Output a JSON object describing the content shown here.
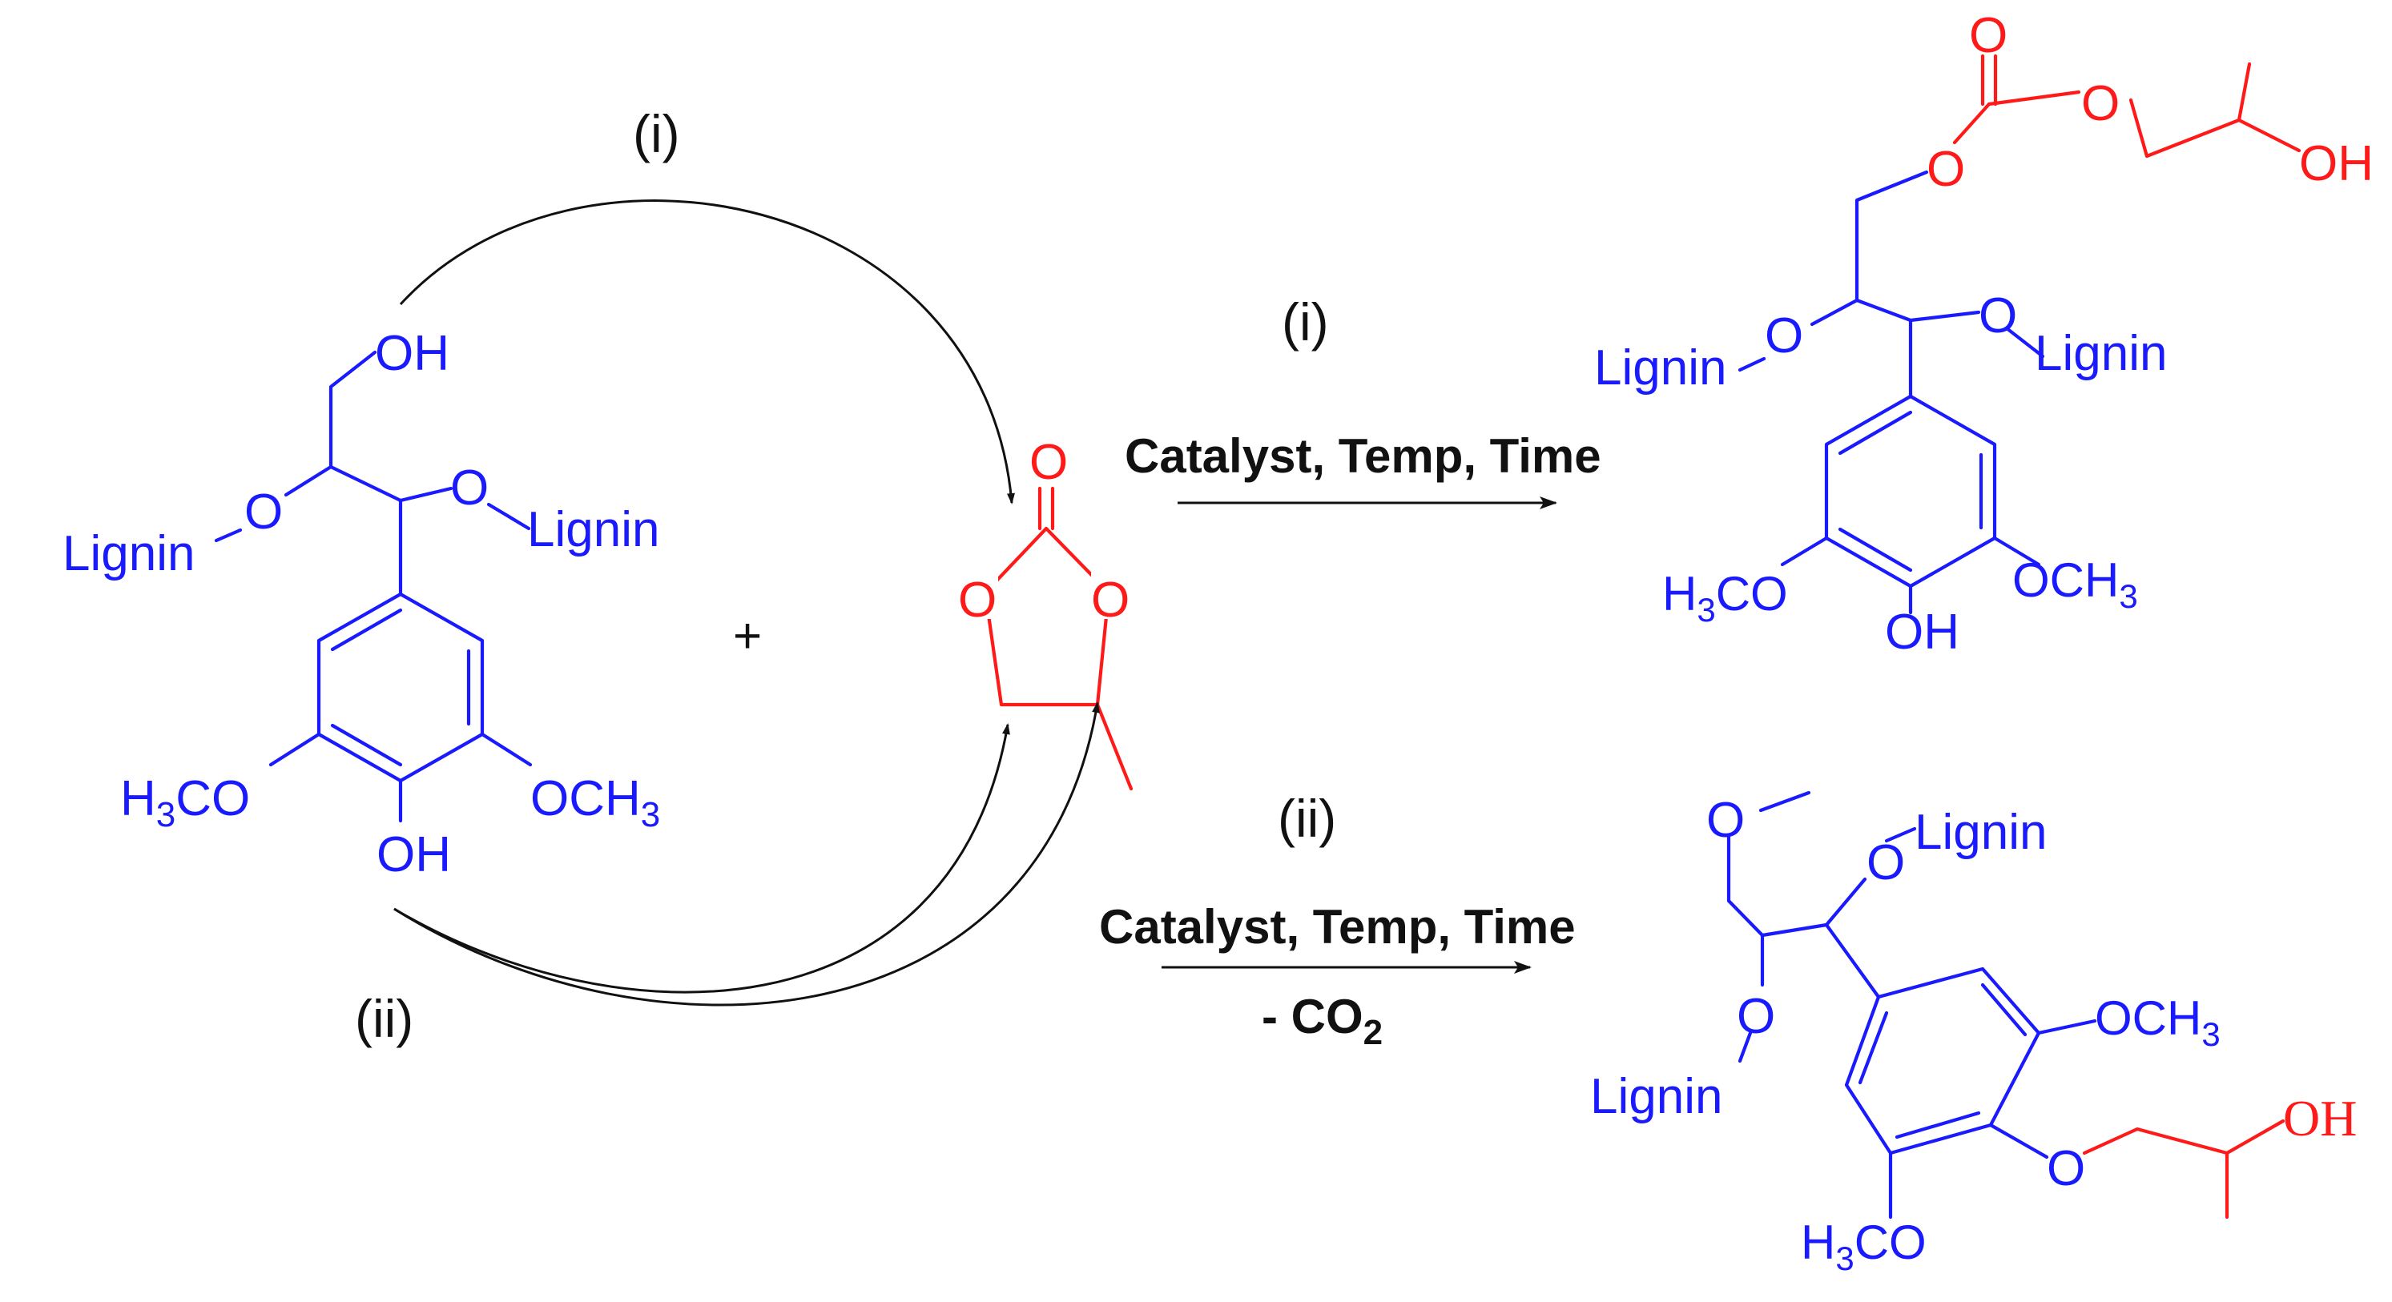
{
  "labels": {
    "oh": "OH",
    "o": "O",
    "lignin": "Lignin",
    "h3co": "H3CO",
    "och3": "OCH3",
    "plus": "+"
  },
  "route_i": {
    "tag": "(i)",
    "conditions": "Catalyst, Temp, Time"
  },
  "route_ii": {
    "tag": "(ii)",
    "conditions": "Catalyst, Temp, Time",
    "byproduct": "- CO2"
  },
  "colors": {
    "lignin": "#1a1aff",
    "carbonate": "#ff1a1a",
    "arrows": "#111111"
  }
}
